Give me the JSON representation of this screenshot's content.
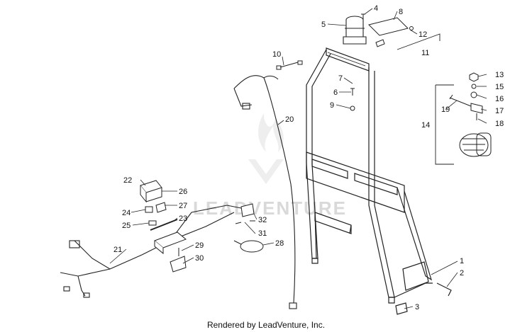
{
  "footer": {
    "text": "Rendered by LeadVenture, Inc."
  },
  "watermark": {
    "text": "LEADVENTURE"
  },
  "callouts": [
    "1",
    "2",
    "3",
    "4",
    "5",
    "6",
    "7",
    "8",
    "9",
    "10",
    "11",
    "12",
    "13",
    "14",
    "15",
    "16",
    "17",
    "18",
    "19",
    "20",
    "21",
    "22",
    "23",
    "24",
    "25",
    "26",
    "27",
    "28",
    "29",
    "30",
    "31",
    "32"
  ],
  "colors": {
    "line": "#222222",
    "watermark": "#d9d9d9"
  }
}
